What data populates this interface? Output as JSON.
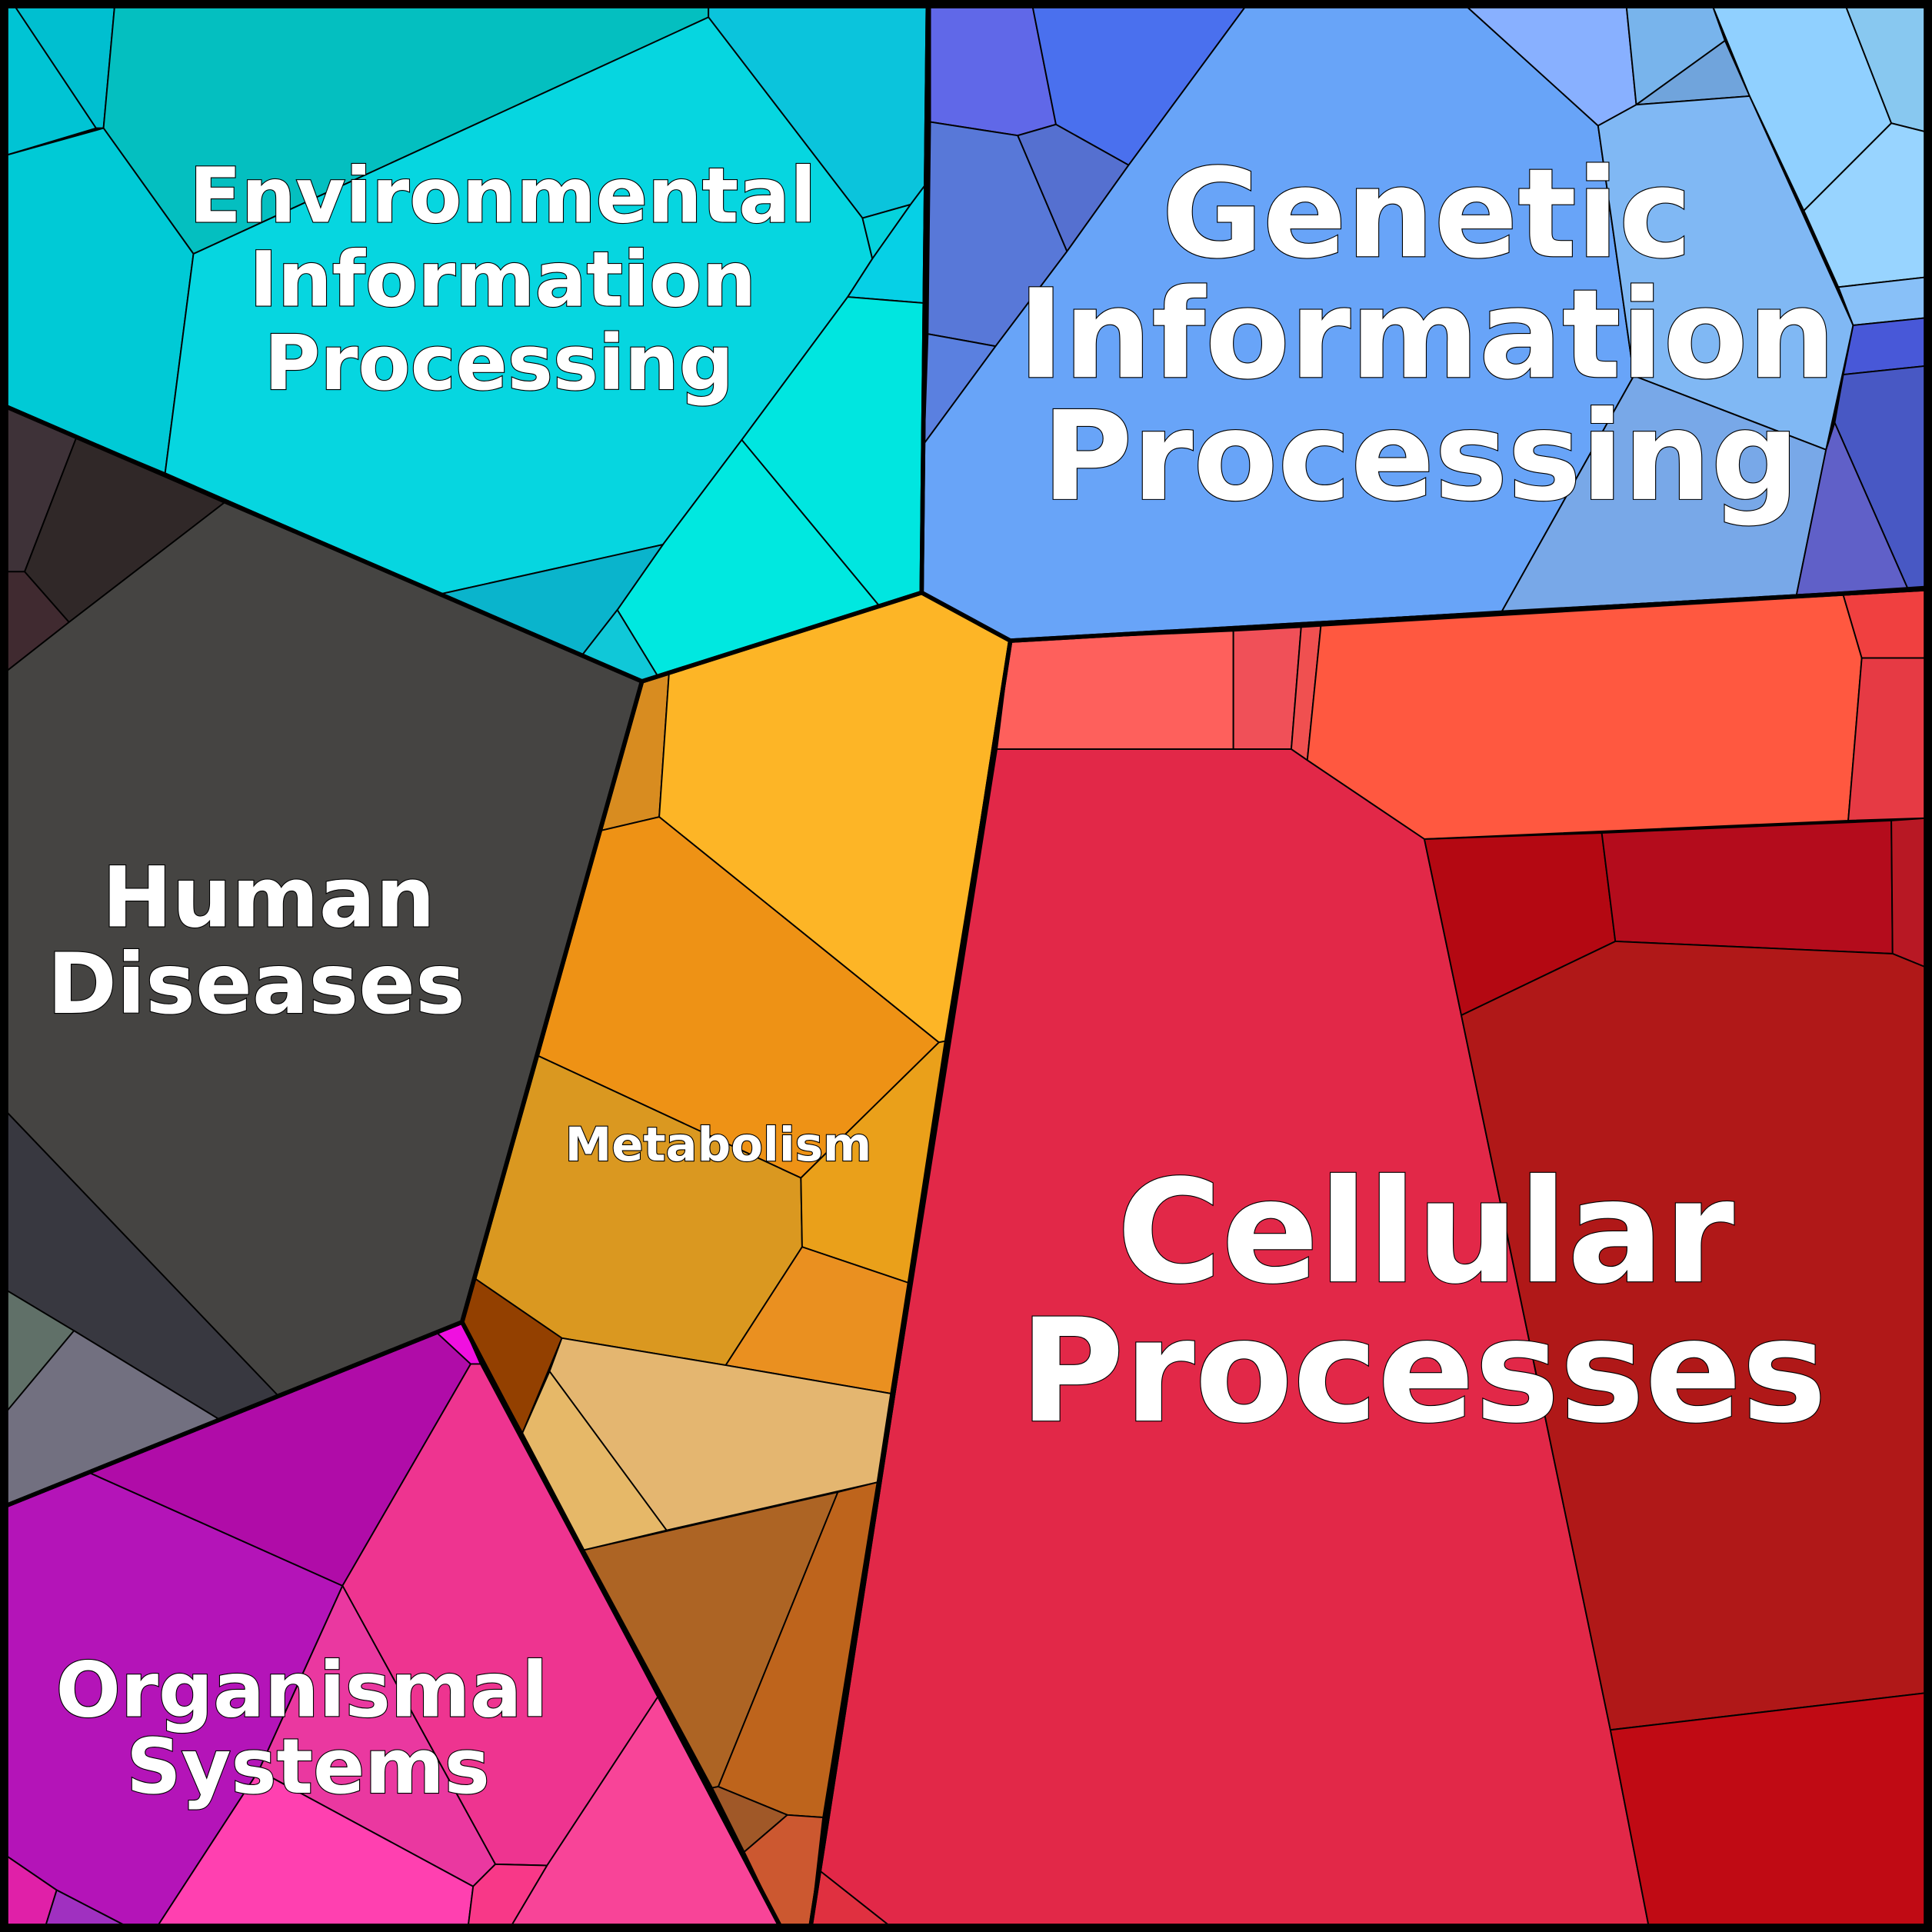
{
  "title": "KEGG Pathway Voronoi Treemap",
  "groups": {
    "environmental": {
      "line1": "Environmental",
      "line2": "Information",
      "line3": "Processing",
      "color": "#06d6e0"
    },
    "genetic": {
      "line1": "Genetic",
      "line2": "Information",
      "line3": "Processing",
      "color": "#68a4f8"
    },
    "human": {
      "line1": "Human",
      "line2": "Diseases",
      "color": "#454442"
    },
    "metabolism": {
      "line1": "Metabolism",
      "color": "#fdb526"
    },
    "cellular": {
      "line1": "Cellular",
      "line2": "Processes",
      "color": "#e22848"
    },
    "organismal": {
      "line1": "Organismal",
      "line2": "Systems",
      "color": "#b414b8"
    }
  }
}
